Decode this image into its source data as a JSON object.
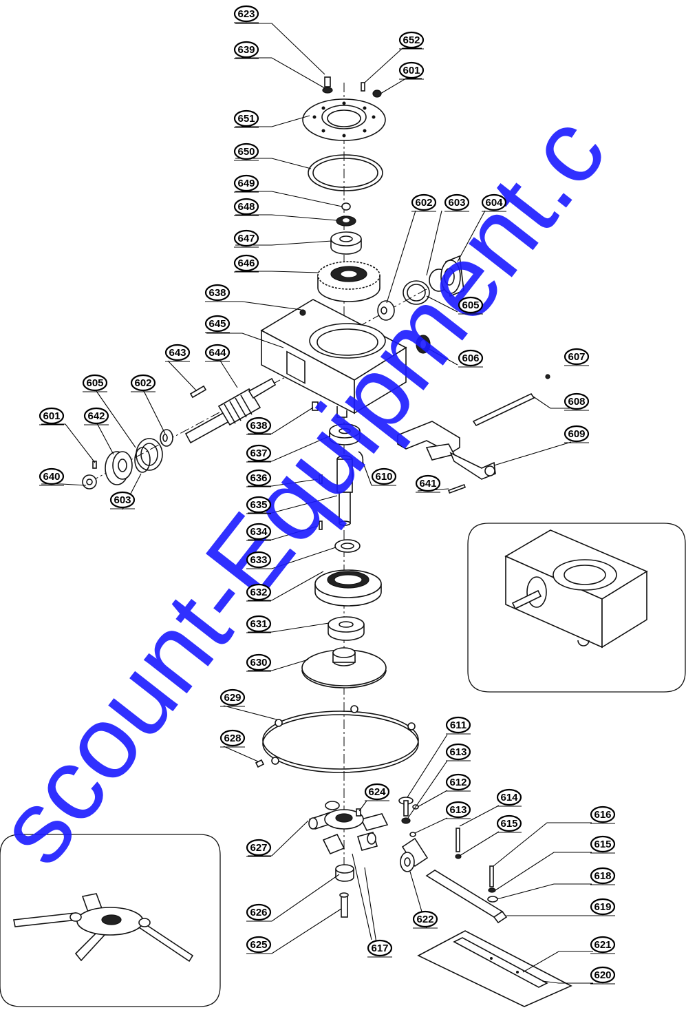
{
  "diagram": {
    "callouts": [
      {
        "id": "623",
        "label": "623"
      },
      {
        "id": "639",
        "label": "639"
      },
      {
        "id": "652",
        "label": "652"
      },
      {
        "id": "601a",
        "label": "601"
      },
      {
        "id": "651",
        "label": "651"
      },
      {
        "id": "650",
        "label": "650"
      },
      {
        "id": "649",
        "label": "649"
      },
      {
        "id": "648",
        "label": "648"
      },
      {
        "id": "647",
        "label": "647"
      },
      {
        "id": "646",
        "label": "646"
      },
      {
        "id": "602a",
        "label": "602"
      },
      {
        "id": "603a",
        "label": "603"
      },
      {
        "id": "604",
        "label": "604"
      },
      {
        "id": "605a",
        "label": "605"
      },
      {
        "id": "638a",
        "label": "638"
      },
      {
        "id": "645",
        "label": "645"
      },
      {
        "id": "606",
        "label": "606"
      },
      {
        "id": "643",
        "label": "643"
      },
      {
        "id": "644",
        "label": "644"
      },
      {
        "id": "607",
        "label": "607"
      },
      {
        "id": "605b",
        "label": "605"
      },
      {
        "id": "602b",
        "label": "602"
      },
      {
        "id": "608",
        "label": "608"
      },
      {
        "id": "601b",
        "label": "601"
      },
      {
        "id": "642",
        "label": "642"
      },
      {
        "id": "638b",
        "label": "638"
      },
      {
        "id": "609",
        "label": "609"
      },
      {
        "id": "637",
        "label": "637"
      },
      {
        "id": "640",
        "label": "640"
      },
      {
        "id": "636",
        "label": "636"
      },
      {
        "id": "610",
        "label": "610"
      },
      {
        "id": "641",
        "label": "641"
      },
      {
        "id": "603b",
        "label": "603"
      },
      {
        "id": "635",
        "label": "635"
      },
      {
        "id": "634",
        "label": "634"
      },
      {
        "id": "633",
        "label": "633"
      },
      {
        "id": "632",
        "label": "632"
      },
      {
        "id": "631",
        "label": "631"
      },
      {
        "id": "630",
        "label": "630"
      },
      {
        "id": "629",
        "label": "629"
      },
      {
        "id": "611",
        "label": "611"
      },
      {
        "id": "628",
        "label": "628"
      },
      {
        "id": "613a",
        "label": "613"
      },
      {
        "id": "612",
        "label": "612"
      },
      {
        "id": "624",
        "label": "624"
      },
      {
        "id": "613b",
        "label": "613"
      },
      {
        "id": "614",
        "label": "614"
      },
      {
        "id": "615a",
        "label": "615"
      },
      {
        "id": "616",
        "label": "616"
      },
      {
        "id": "627",
        "label": "627"
      },
      {
        "id": "615b",
        "label": "615"
      },
      {
        "id": "618",
        "label": "618"
      },
      {
        "id": "619",
        "label": "619"
      },
      {
        "id": "626",
        "label": "626"
      },
      {
        "id": "622",
        "label": "622"
      },
      {
        "id": "621",
        "label": "621"
      },
      {
        "id": "625",
        "label": "625"
      },
      {
        "id": "617",
        "label": "617"
      },
      {
        "id": "620",
        "label": "620"
      }
    ],
    "watermark": "scount-Equipment.c"
  }
}
